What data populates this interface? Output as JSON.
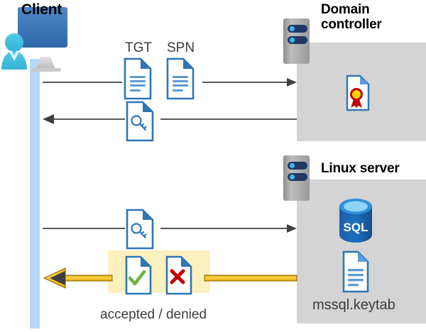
{
  "diagram": {
    "title_client": "Client",
    "title_domain_controller": "Domain controller",
    "title_linux_server": "Linux server",
    "labels": {
      "tgt": "TGT",
      "spn": "SPN",
      "keytab_file": "mssql.keytab",
      "accepted_denied": "accepted / denied",
      "sql_text": "SQL"
    },
    "colors": {
      "panel_gray": "#d4d4d4",
      "lifeline_blue": "#b6d7f5",
      "highlight_yellow": "#fdf0bf",
      "arrow_gray": "#595959",
      "arrow_gold": "#ffc000",
      "doc_blue": "#2e75b6",
      "doc_fold_blue": "#2e75b6",
      "server_gray": "#a6a6a6",
      "server_navy": "#1f3864",
      "server_led_blue": "#41b6e6",
      "sql_blue": "#1b5ea8",
      "check_green": "#6cb33f",
      "cross_red": "#c00000",
      "seal_gold": "#ffd700",
      "seal_red": "#c00000",
      "monitor_blue": "#3f77bd",
      "person_cyan": "#41c4e0",
      "text_dark": "#3b3b3b"
    },
    "icons": {
      "tgt_doc": "document-lines-icon",
      "spn_doc": "document-lines-icon",
      "ticket_key_doc": "document-key-icon",
      "session_key_doc": "document-key-icon",
      "certificate": "document-certificate-icon",
      "accepted": "document-check-icon",
      "denied": "document-cross-icon",
      "keytab": "document-lines-icon",
      "database": "sql-database-icon",
      "server_dc": "server-rack-icon",
      "server_linux": "server-rack-icon",
      "client": "user-workstation-icon"
    },
    "flows": [
      {
        "name": "client-to-dc-request",
        "direction": "right",
        "style": "gray"
      },
      {
        "name": "dc-to-client-ticket",
        "direction": "left",
        "style": "gray"
      },
      {
        "name": "client-to-linux-ticket",
        "direction": "right",
        "style": "gray"
      },
      {
        "name": "linux-to-client-result",
        "direction": "left",
        "style": "gold"
      }
    ]
  }
}
